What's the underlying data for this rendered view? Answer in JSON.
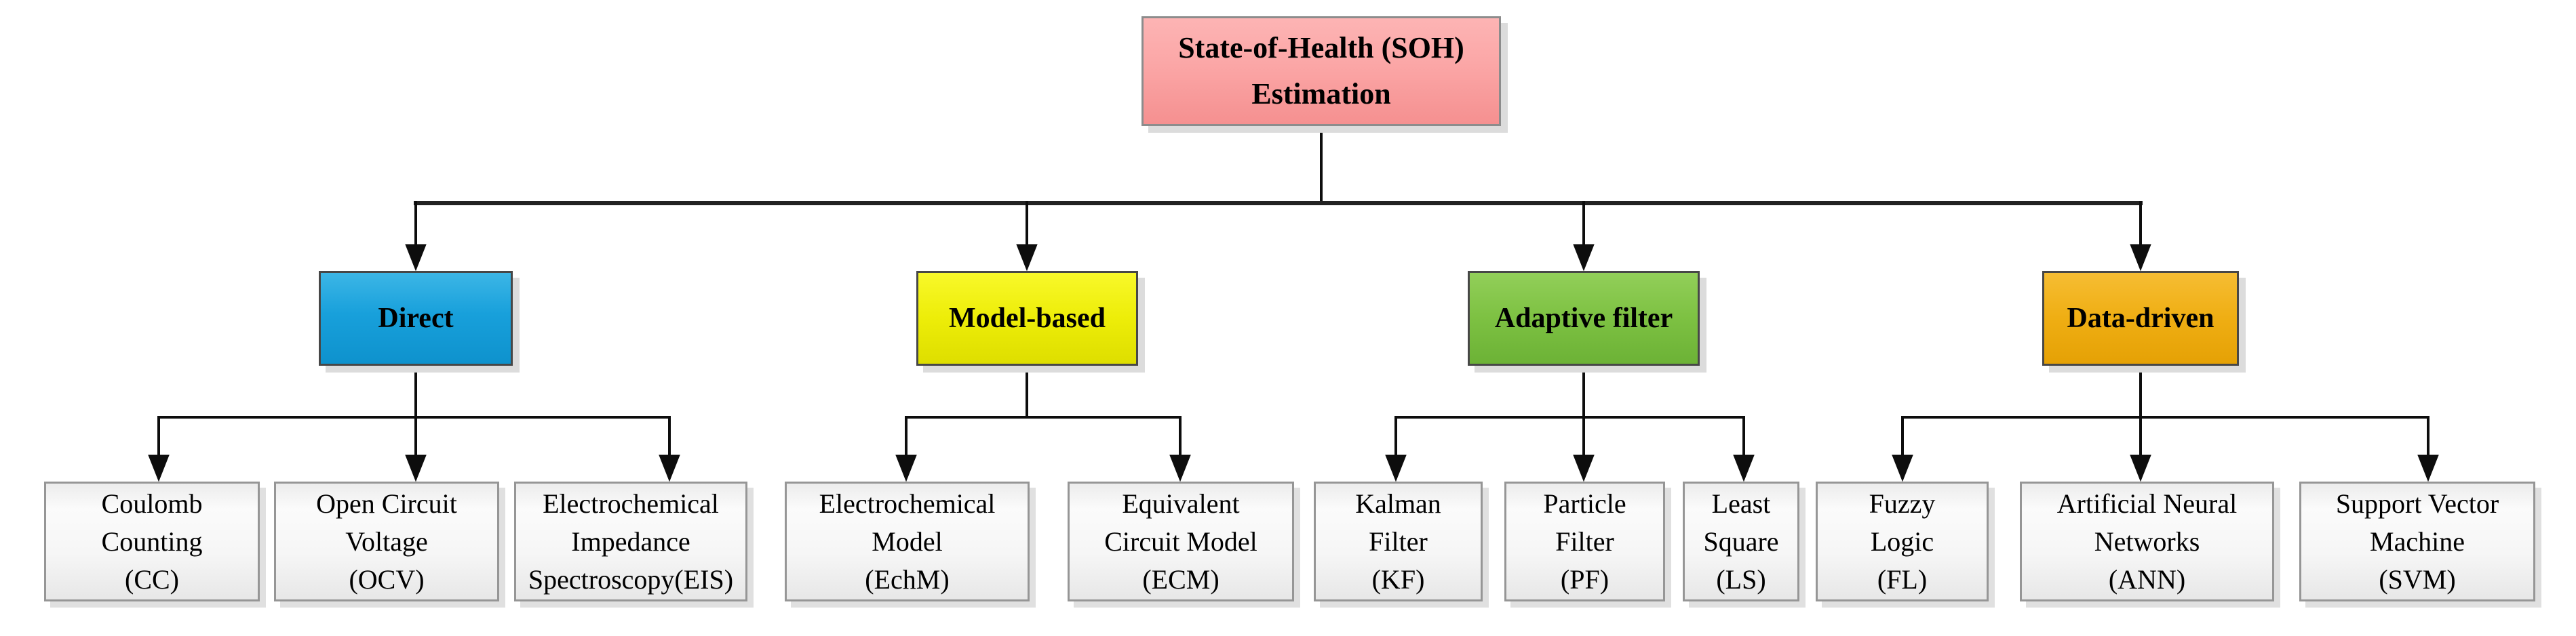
{
  "root": {
    "label": "State-of-Health (SOH)\nEstimation"
  },
  "categories": [
    {
      "id": "direct",
      "label": "Direct",
      "fill": "#18A0DB"
    },
    {
      "id": "model-based",
      "label": "Model-based",
      "fill": "#EDED08"
    },
    {
      "id": "adaptive-filter",
      "label": "Adaptive filter",
      "fill": "#7DC142"
    },
    {
      "id": "data-driven",
      "label": "Data-driven",
      "fill": "#EFAE13"
    }
  ],
  "leaves": [
    {
      "branch": "direct",
      "abbr": "CC",
      "label": "Coulomb\nCounting\n(CC)"
    },
    {
      "branch": "direct",
      "abbr": "OCV",
      "label": "Open Circuit\nVoltage\n(OCV)"
    },
    {
      "branch": "direct",
      "abbr": "EIS",
      "label": "Electrochemical\nImpedance\nSpectroscopy(EIS)"
    },
    {
      "branch": "model-based",
      "abbr": "EchM",
      "label": "Electrochemical\nModel\n(EchM)"
    },
    {
      "branch": "model-based",
      "abbr": "ECM",
      "label": "Equivalent\nCircuit Model\n(ECM)"
    },
    {
      "branch": "adaptive-filter",
      "abbr": "KF",
      "label": "Kalman\nFilter\n(KF)"
    },
    {
      "branch": "adaptive-filter",
      "abbr": "PF",
      "label": "Particle\nFilter\n(PF)"
    },
    {
      "branch": "adaptive-filter",
      "abbr": "LS",
      "label": "Least\nSquare\n(LS)"
    },
    {
      "branch": "data-driven",
      "abbr": "FL",
      "label": "Fuzzy\nLogic\n(FL)"
    },
    {
      "branch": "data-driven",
      "abbr": "ANN",
      "label": "Artificial Neural\nNetworks\n(ANN)"
    },
    {
      "branch": "data-driven",
      "abbr": "SVM",
      "label": "Support Vector\nMachine\n(SVM)"
    }
  ],
  "colors": {
    "root_fill_top": "#FDB4B4",
    "root_fill_bottom": "#F59090",
    "direct_fill": "#18A0DB",
    "model_based_fill": "#EDED08",
    "adaptive_filter_fill": "#7DC142",
    "data_driven_fill": "#EFAE13",
    "leaf_fill": "#F5F5F5",
    "connector_line": "#0D0D0D",
    "box_border_gray": "#8C8C8C",
    "shadow_gray": "#DCDCDC"
  }
}
